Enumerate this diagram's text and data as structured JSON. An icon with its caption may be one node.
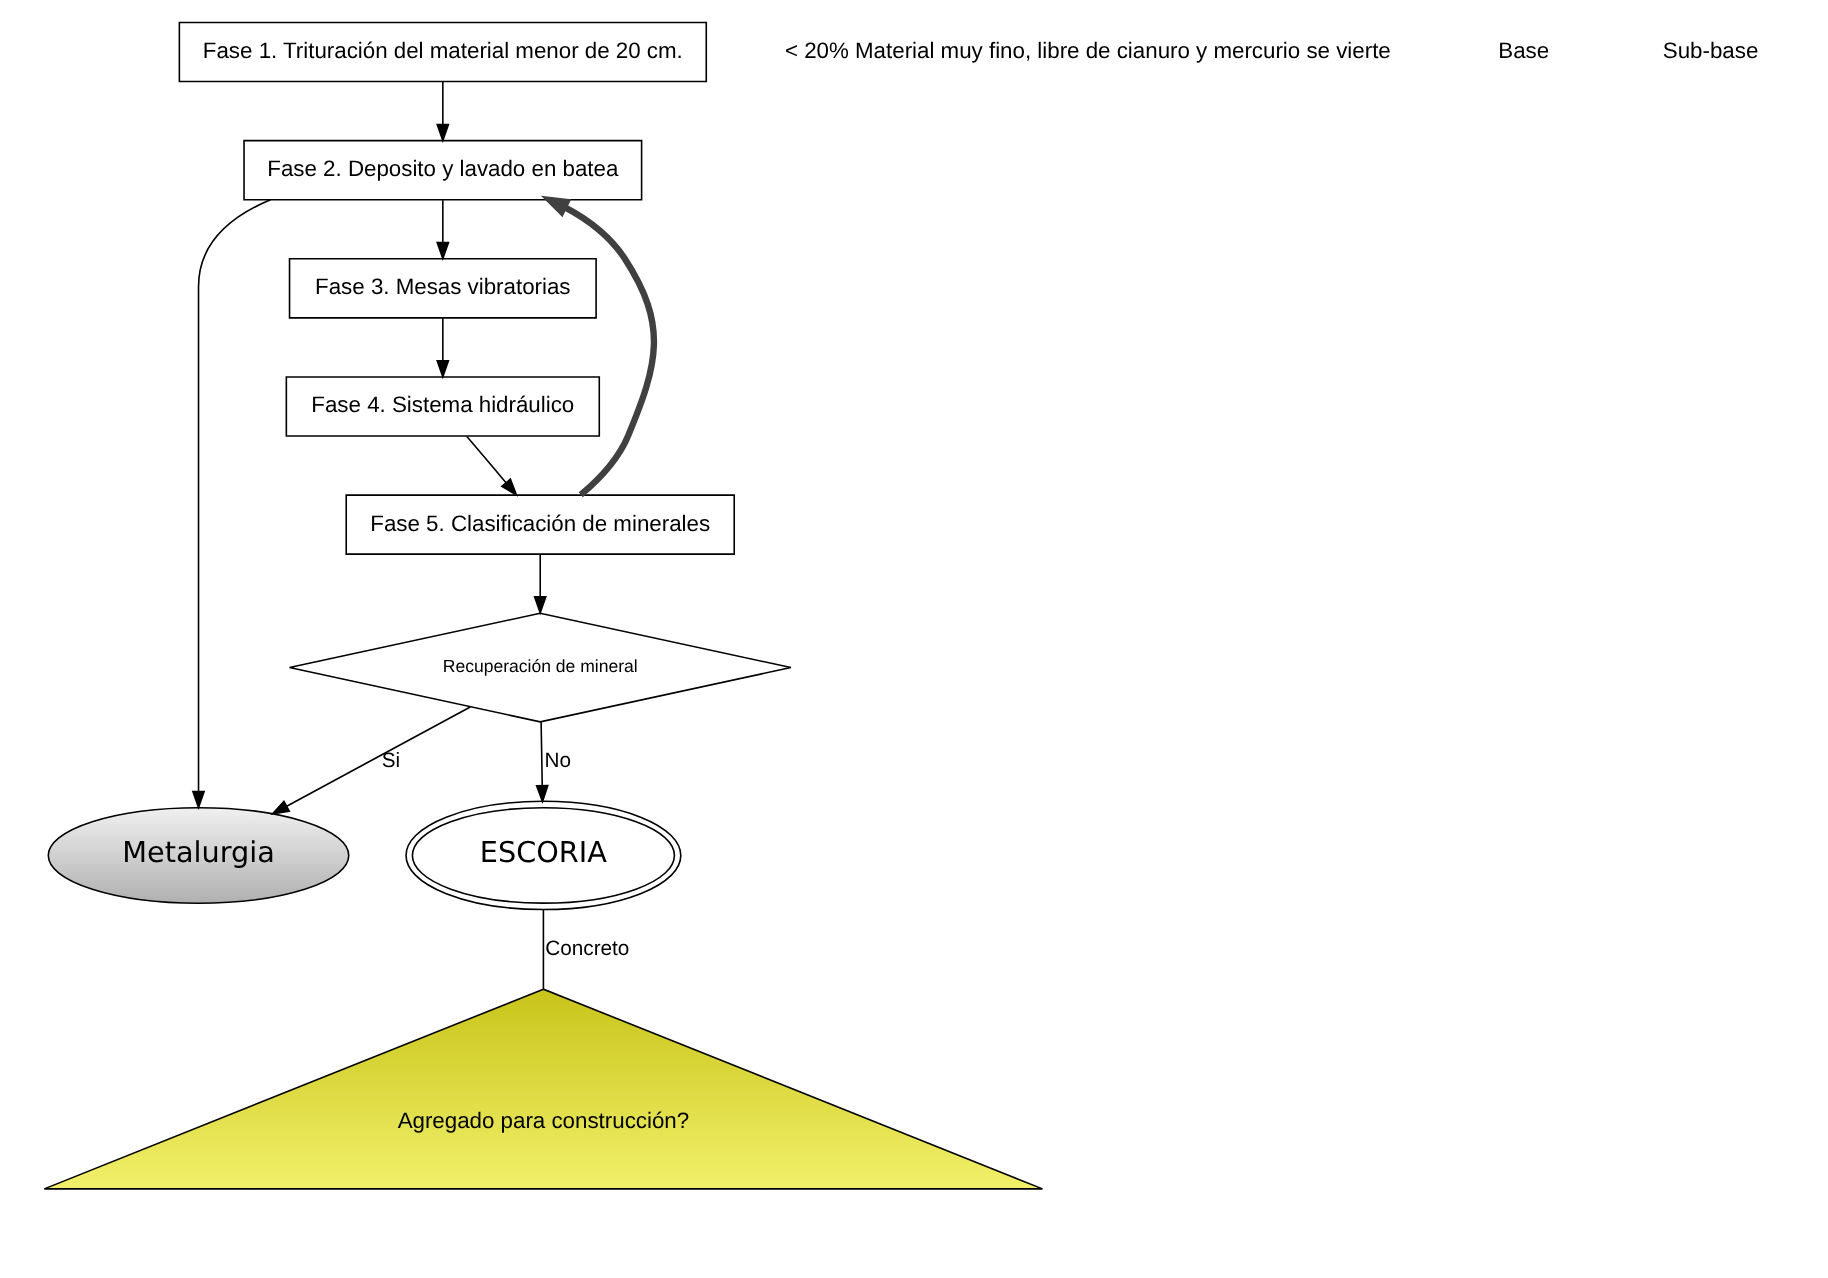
{
  "diagram": {
    "nodes": [
      {
        "text": [
          "Metalurgia"
        ]
      },
      {
        "text": [
          "Fase 1. Trituración del material menor de 20 cm."
        ]
      },
      {
        "text": [
          "Fase 2. Deposito y lavado en batea"
        ]
      },
      {
        "text": [
          "Fase 3. Mesas vibratorias"
        ]
      },
      {
        "text": [
          "Fase 4. Sistema hidráulico"
        ]
      },
      {
        "text": [
          "Fase 5. Clasificación de minerales"
        ]
      },
      {
        "text": [
          "Recuperación de mineral"
        ]
      },
      {
        "text": [
          "ESCORIA"
        ]
      },
      {
        "text": [
          "Agregado para construcción?"
        ]
      }
    ],
    "edges": [
      {
        "from": 2,
        "to": 0,
        "arrow": "to"
      },
      {
        "from": 1,
        "to": 2,
        "arrow": "to"
      },
      {
        "from": 2,
        "to": 3,
        "arrow": "to"
      },
      {
        "from": 3,
        "to": 4,
        "arrow": "to"
      },
      {
        "from": 4,
        "to": 5,
        "arrow": "to"
      },
      {
        "from": 5,
        "to": 2,
        "arrow": "to",
        "style": "thick",
        "color": "#404040"
      },
      {
        "from": 5,
        "to": 6,
        "arrow": "to"
      },
      {
        "from": 6,
        "to": 0,
        "arrow": "to",
        "label": "Si"
      },
      {
        "from": 6,
        "to": 7,
        "arrow": "to",
        "label": "No"
      },
      {
        "from": 7,
        "to": 8,
        "arrow": "none",
        "label": "Concreto"
      }
    ],
    "labels": [
      "< 20% Material muy fino, libre de cianuro y mercurio se vierte",
      "Base",
      "Sub-base"
    ]
  }
}
